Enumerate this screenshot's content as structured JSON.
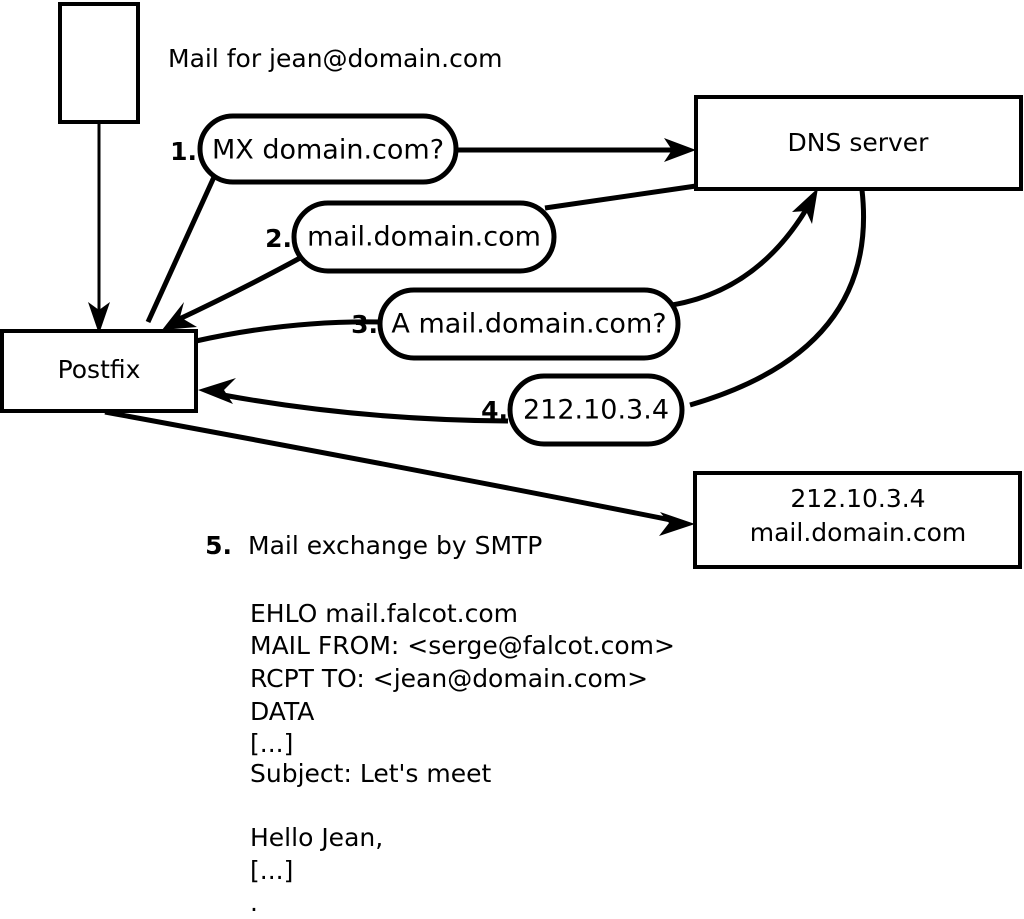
{
  "diagram": {
    "title": "Mail for jean@domain.com",
    "nodes": {
      "client": "",
      "postfix": "Postfix",
      "dns_server": "DNS server",
      "mail_server_line1": "212.10.3.4",
      "mail_server_line2": "mail.domain.com"
    },
    "steps": [
      {
        "number": "1.",
        "label": "MX domain.com?"
      },
      {
        "number": "2.",
        "label": "mail.domain.com"
      },
      {
        "number": "3.",
        "label": "A mail.domain.com?"
      },
      {
        "number": "4.",
        "label": "212.10.3.4"
      }
    ],
    "smtp": {
      "step_number": "5.",
      "step_label": "Mail exchange by SMTP",
      "transcript": [
        "EHLO mail.falcot.com",
        "MAIL FROM: <serge@falcot.com>",
        "RCPT TO: <jean@domain.com>",
        "DATA",
        "[...]",
        "Subject: Let's meet",
        "",
        "Hello Jean,",
        "[...]",
        "."
      ]
    },
    "colors": {
      "stroke": "#000000",
      "fill": "#ffffff",
      "text": "#000000"
    }
  }
}
